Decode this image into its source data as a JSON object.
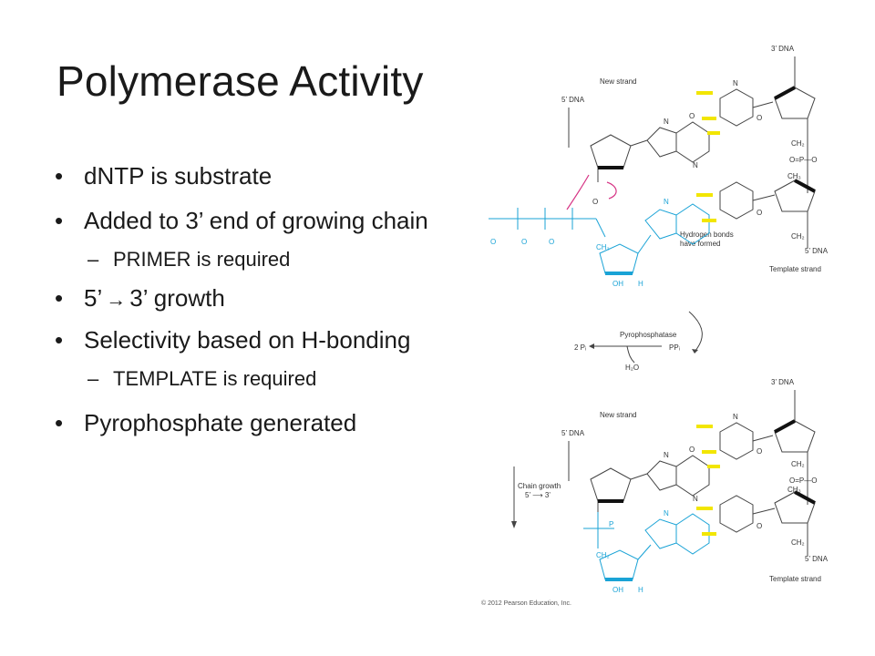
{
  "slide": {
    "title": "Polymerase Activity",
    "bullets": [
      {
        "text": "dNTP is substrate",
        "level": 1
      },
      {
        "text": "Added to 3’ end of growing chain",
        "level": 1
      },
      {
        "text": "PRIMER is required",
        "level": 2
      },
      {
        "text_before": "5’",
        "arrow": "→",
        "text_after": "3’ growth",
        "level": 1
      },
      {
        "text": "Selectivity based on H-bonding",
        "level": 1
      },
      {
        "text": "TEMPLATE is required",
        "level": 2
      },
      {
        "text": "Pyrophosphate generated",
        "level": 1
      }
    ],
    "sub_dash": "–"
  },
  "figure": {
    "top": {
      "three_prime_dna": "3’ DNA",
      "five_prime_dna_left": "5’ DNA",
      "new_strand": "New strand",
      "hbond_note_line1": "Hydrogen bonds",
      "hbond_note_line2": "have formed",
      "five_prime_dna_right": "5’ DNA",
      "template_strand": "Template strand"
    },
    "middle": {
      "pyrophosphatase": "Pyrophosphatase",
      "two_pi": "2 Pᵢ",
      "ppi": "PPᵢ",
      "water": "H₂O"
    },
    "bottom": {
      "three_prime_dna": "3’ DNA",
      "five_prime_dna_left": "5’ DNA",
      "new_strand": "New strand",
      "chain_growth_line1": "Chain growth",
      "chain_growth_line2": "5’ ⟶ 3’",
      "five_prime_dna_right": "5’ DNA",
      "template_strand": "Template strand"
    },
    "copyright": "© 2012 Pearson Education, Inc."
  },
  "colors": {
    "text": "#1a1a1a",
    "incoming_nucleotide": "#1aa3d6",
    "hydrogen_bond": "#f2e600",
    "bond_line": "#444444"
  }
}
